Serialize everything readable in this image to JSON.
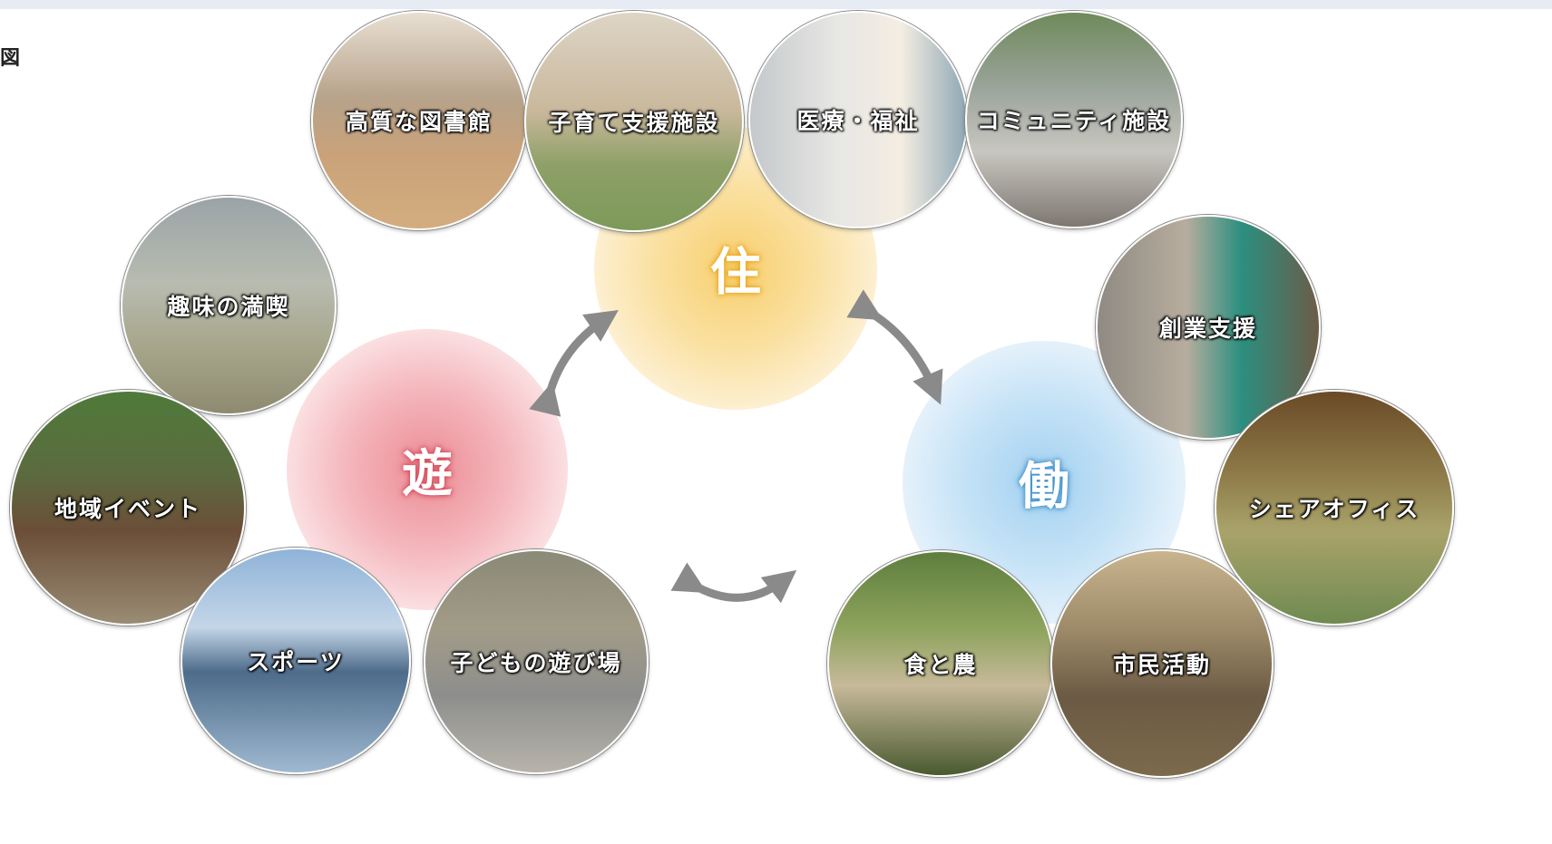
{
  "corner_label": "図",
  "hubs": {
    "live": {
      "label": "住",
      "color": "#f2b731"
    },
    "play": {
      "label": "遊",
      "color": "#e56c78"
    },
    "work": {
      "label": "働",
      "color": "#4fa6dc"
    }
  },
  "photos": {
    "library": {
      "label": "高質な図書館"
    },
    "childcare": {
      "label": "子育て支援施設"
    },
    "medical": {
      "label": "医療・福祉"
    },
    "community": {
      "label": "コミュニティ施設"
    },
    "hobby": {
      "label": "趣味の満喫"
    },
    "startup": {
      "label": "創業支援"
    },
    "event": {
      "label": "地域イベント"
    },
    "share_office": {
      "label": "シェアオフィス"
    },
    "sports": {
      "label": "スポーツ"
    },
    "playground": {
      "label": "子どもの遊び場"
    },
    "food": {
      "label": "食と農"
    },
    "civic": {
      "label": "市民活動"
    }
  },
  "colors": {
    "arrow": "#8a8a8a",
    "topbar": "#e6ebf4"
  }
}
